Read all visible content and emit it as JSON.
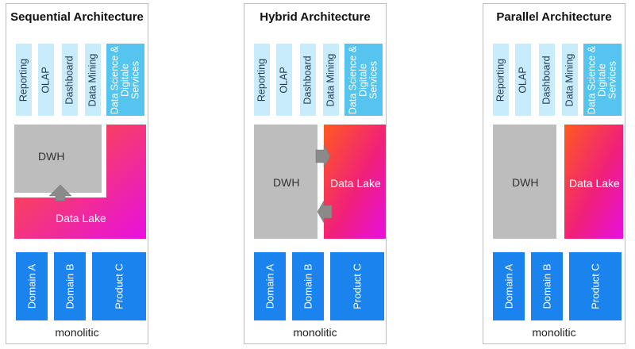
{
  "panels": [
    {
      "title": "Sequential Architecture",
      "tools": [
        "Reporting",
        "OLAP",
        "Dashboard",
        "Data Mining",
        "Data Science & Digitale Services"
      ],
      "dwh_label": "DWH",
      "lake_label": "Data Lake",
      "sources": [
        "Domain A",
        "Domain B",
        "Product C"
      ],
      "footer": "monolitic"
    },
    {
      "title": "Hybrid Architecture",
      "tools": [
        "Reporting",
        "OLAP",
        "Dashboard",
        "Data Mining",
        "Data Science & Digitale Services"
      ],
      "dwh_label": "DWH",
      "lake_label": "Data Lake",
      "sources": [
        "Domain A",
        "Domain B",
        "Product C"
      ],
      "footer": "monolitic"
    },
    {
      "title": "Parallel Architecture",
      "tools": [
        "Reporting",
        "OLAP",
        "Dashboard",
        "Data Mining",
        "Data Science & Digitale Services"
      ],
      "dwh_label": "DWH",
      "lake_label": "Data Lake",
      "sources": [
        "Domain A",
        "Domain B",
        "Product C"
      ],
      "footer": "monolitic"
    }
  ],
  "colors": {
    "tool": "#c8ecfb",
    "tool_highlight": "#55c5ef",
    "dwh": "#bdbdbd",
    "lake_start": "#ff5a1f",
    "lake_end": "#e80fe0",
    "source": "#1a83ee",
    "arrow": "#8a8a8a"
  }
}
